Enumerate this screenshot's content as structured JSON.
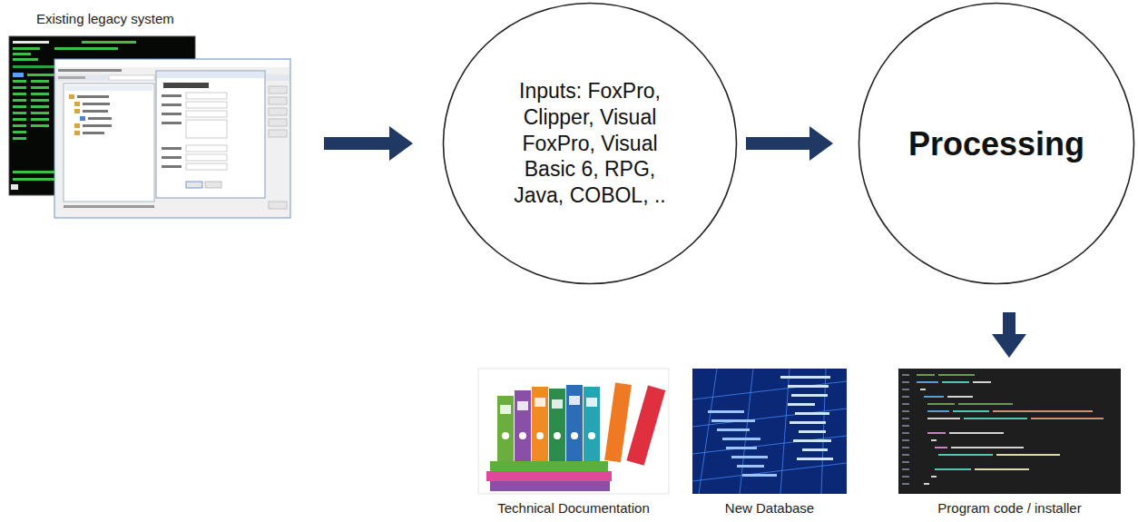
{
  "diagram": {
    "nodes": [
      {
        "text": [
          "Existing legacy system"
        ]
      },
      {
        "text": [
          "Inputs: FoxPro, Clipper, Visual FoxPro, Visual Basic 6, RPG, Java, COBOL, .."
        ]
      },
      {
        "text": [
          "Processing"
        ]
      },
      {
        "text": [
          "Technical Documentation"
        ]
      },
      {
        "text": [
          "New Database"
        ]
      },
      {
        "text": [
          "Program code / installer"
        ]
      }
    ],
    "edges": [
      {
        "from": 0,
        "to": 1,
        "arrow": "to"
      },
      {
        "from": 1,
        "to": 2,
        "arrow": "to"
      },
      {
        "from": 2,
        "to": 5,
        "arrow": "to"
      }
    ]
  }
}
